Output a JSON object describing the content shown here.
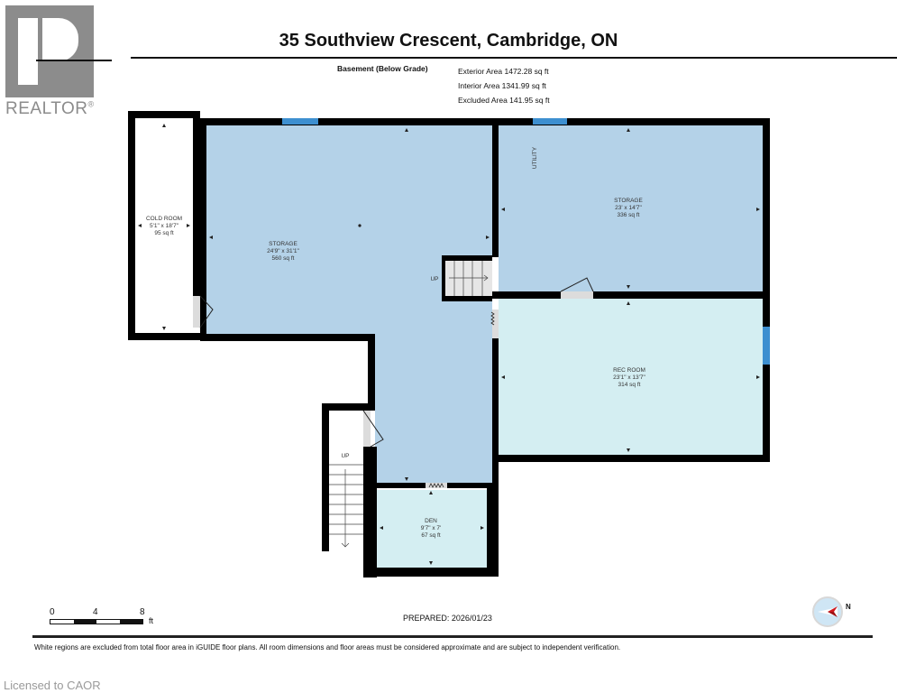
{
  "branding": {
    "logo_text": "REALTOR",
    "logo_mark": "®",
    "logo_color": "#8c8c8c",
    "watermark": "Licensed to CAOR"
  },
  "header": {
    "title": "35 Southview Crescent, Cambridge, ON"
  },
  "floor_summary": {
    "level_label": "Basement (Below Grade)",
    "exterior_area": "Exterior Area 1472.28 sq ft",
    "interior_area": "Interior Area 1341.99 sq ft",
    "excluded_area": "Excluded Area 141.95 sq ft"
  },
  "rooms": [
    {
      "name": "COLD ROOM",
      "dimensions": "5'1\" x 18'7\"",
      "area": "95 sq ft",
      "fill": "#ffffff"
    },
    {
      "name": "STORAGE",
      "dimensions": "24'9\" x 31'1\"",
      "area": "560 sq ft",
      "fill": "#b4d2e8"
    },
    {
      "name": "STORAGE",
      "dimensions": "23' x 14'7\"",
      "area": "336 sq ft",
      "fill": "#b4d2e8"
    },
    {
      "name": "REC ROOM",
      "dimensions": "23'1\" x 13'7\"",
      "area": "314 sq ft",
      "fill": "#d4eef2"
    },
    {
      "name": "DEN",
      "dimensions": "9'7\" x 7'",
      "area": "67 sq ft",
      "fill": "#d4eef2"
    }
  ],
  "annotations": {
    "utility": "UTILITY",
    "stairs_up_1": "UP",
    "stairs_up_2": "UP"
  },
  "scale": {
    "ticks": [
      "0",
      "4",
      "8"
    ],
    "unit": "ft"
  },
  "compass": {
    "direction": "N",
    "needle_color": "#d0161c"
  },
  "prepared": "PREPARED: 2026/01/23",
  "disclaimer": "White regions are excluded from total floor area in iGUIDE floor plans. All room dimensions and floor areas must be considered approximate and are subject to independent verification.",
  "colors": {
    "wall": "#000000",
    "storage_fill": "#b4d2e8",
    "rec_fill": "#d4eef2",
    "window": "#3d8fd0",
    "door_fill": "#dcdcdc"
  }
}
